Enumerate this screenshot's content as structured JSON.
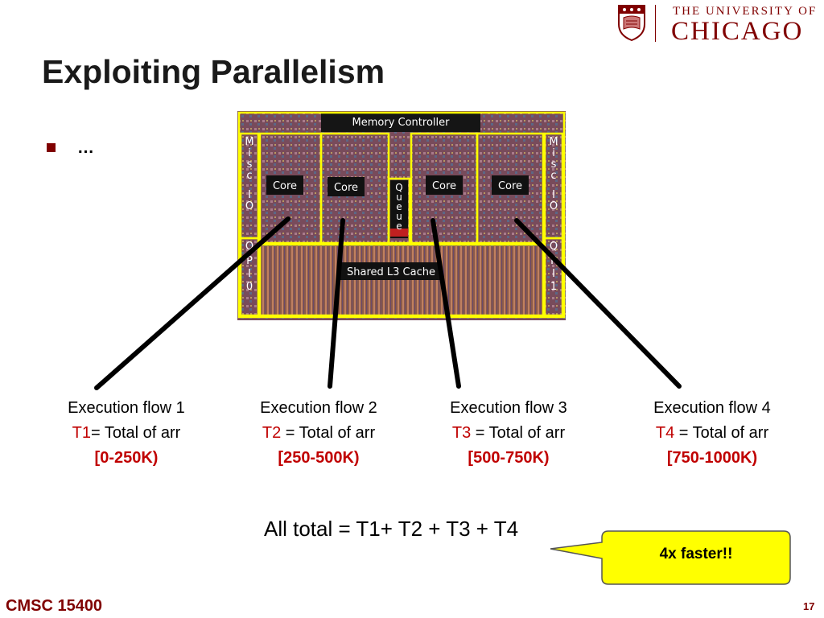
{
  "logo": {
    "line1": "THE UNIVERSITY OF",
    "line2": "CHICAGO"
  },
  "slide": {
    "title": "Exploiting Parallelism",
    "bullet": "…"
  },
  "die": {
    "memory_controller": "Memory Controller",
    "core_label": "Core",
    "cores": [
      "Core",
      "Core",
      "Core",
      "Core"
    ],
    "queue_label": [
      "Q",
      "u",
      "e",
      "u",
      "e"
    ],
    "misc_io_left": [
      "M",
      "i",
      "s",
      "c",
      "I",
      "O"
    ],
    "misc_io_right": [
      "M",
      "i",
      "s",
      "c",
      "I",
      "O"
    ],
    "qpi_left": [
      "Q",
      "P",
      "I",
      "0"
    ],
    "qpi_right": [
      "Q",
      "P",
      "I",
      "1"
    ],
    "l3_cache": "Shared L3 Cache"
  },
  "flows": [
    {
      "heading": "Execution flow 1",
      "var": "T1",
      "eq": "= Total of arr",
      "range": "[0-250K)"
    },
    {
      "heading": "Execution flow 2",
      "var": "T2",
      "eq": " = Total of arr",
      "range": "[250-500K)"
    },
    {
      "heading": "Execution flow 3",
      "var": "T3",
      "eq": " = Total of arr",
      "range": "[500-750K)"
    },
    {
      "heading": "Execution flow 4",
      "var": "T4",
      "eq": " = Total of arr",
      "range": "[750-1000K)"
    }
  ],
  "summary": {
    "all_total": "All total = T1+ T2 + T3 + T4",
    "callout": "4x faster!!"
  },
  "footer": {
    "course": "CMSC 15400",
    "page": "17"
  }
}
